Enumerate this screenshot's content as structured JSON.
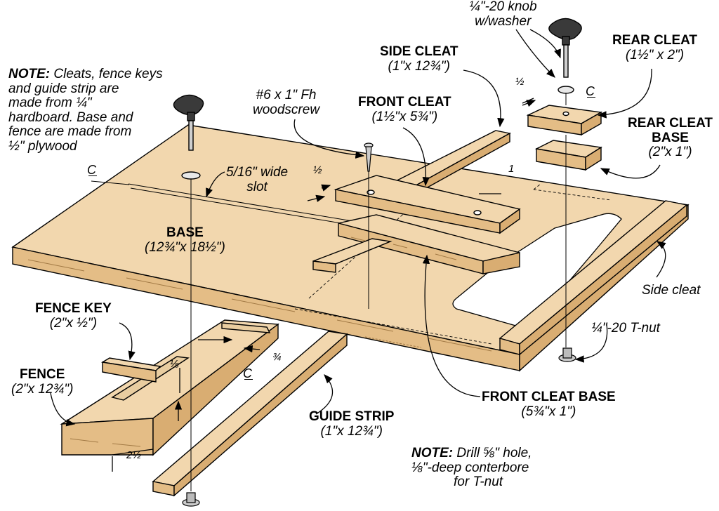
{
  "labels": {
    "knob_title": "¼\"-20 knob",
    "knob_sub": "w/washer",
    "rear_cleat_title": "REAR CLEAT",
    "rear_cleat_dims": "(1½\" x 2\")",
    "rear_cleat_base_title_1": "REAR CLEAT",
    "rear_cleat_base_title_2": "BASE",
    "rear_cleat_base_dims": "(2\"x 1\")",
    "side_cleat_title": "SIDE CLEAT",
    "side_cleat_dims": "(1\"x 12¾\")",
    "front_cleat_title": "FRONT CLEAT",
    "front_cleat_dims": "(1½\"x 5¾\")",
    "woodscrew_1": "#6 x 1\" Fh",
    "woodscrew_2": "woodscrew",
    "note1_bold": "NOTE:",
    "note1_line1": " Cleats, fence keys",
    "note1_line2": "and guide strip are",
    "note1_line3": "made from ¼\"",
    "note1_line4": "hardboard. Base and",
    "note1_line5": "fence are made from",
    "note1_line6": "½\" plywood",
    "slot_1": "5/16\" wide",
    "slot_2": "slot",
    "base_title": "BASE",
    "base_dims": "(12¾\"x 18½\")",
    "side_cleat_lower": "Side cleat",
    "tnut": "¼\"-20 T-nut",
    "fence_key_title": "FENCE KEY",
    "fence_key_dims": "(2\"x ½\")",
    "fence_title": "FENCE",
    "fence_dims": "(2\"x 12¾\")",
    "guide_strip_title": "GUIDE STRIP",
    "guide_strip_dims": "(1\"x 12¾\")",
    "front_cleat_base_title": "FRONT CLEAT BASE",
    "front_cleat_base_dims": "(5¾\"x 1\")",
    "note2_bold": "NOTE:",
    "note2_line1": " Drill ⅝\" hole,",
    "note2_line2": "⅛\"-deep conterbore",
    "note2_line3": "for T-nut"
  },
  "dimensions": {
    "half_rear": "½",
    "half_front": "½",
    "one": "1",
    "eighth": "⅛",
    "three_quarter": "¾",
    "two_half": "2½",
    "centerline": "C"
  },
  "colors": {
    "wood": "#f2d7ae",
    "wood_dark": "#e1b980",
    "wood_side": "#d9ad72",
    "line": "#000000"
  }
}
